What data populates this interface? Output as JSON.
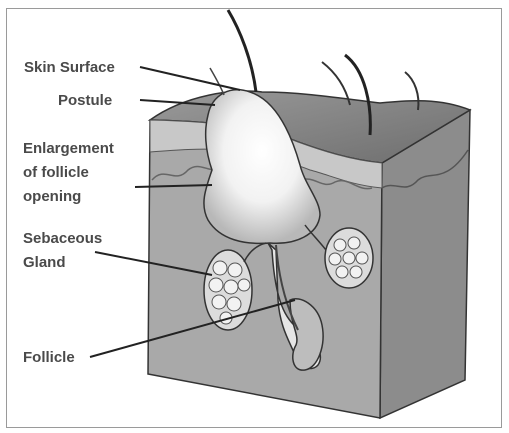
{
  "labels": {
    "skin_surface": "Skin Surface",
    "postule": "Postule",
    "enlargement_line1": "Enlargement",
    "enlargement_line2": "of follicle",
    "enlargement_line3": "opening",
    "sebaceous_line1": "Sebaceous",
    "sebaceous_line2": "Gland",
    "follicle": "Follicle"
  }
}
